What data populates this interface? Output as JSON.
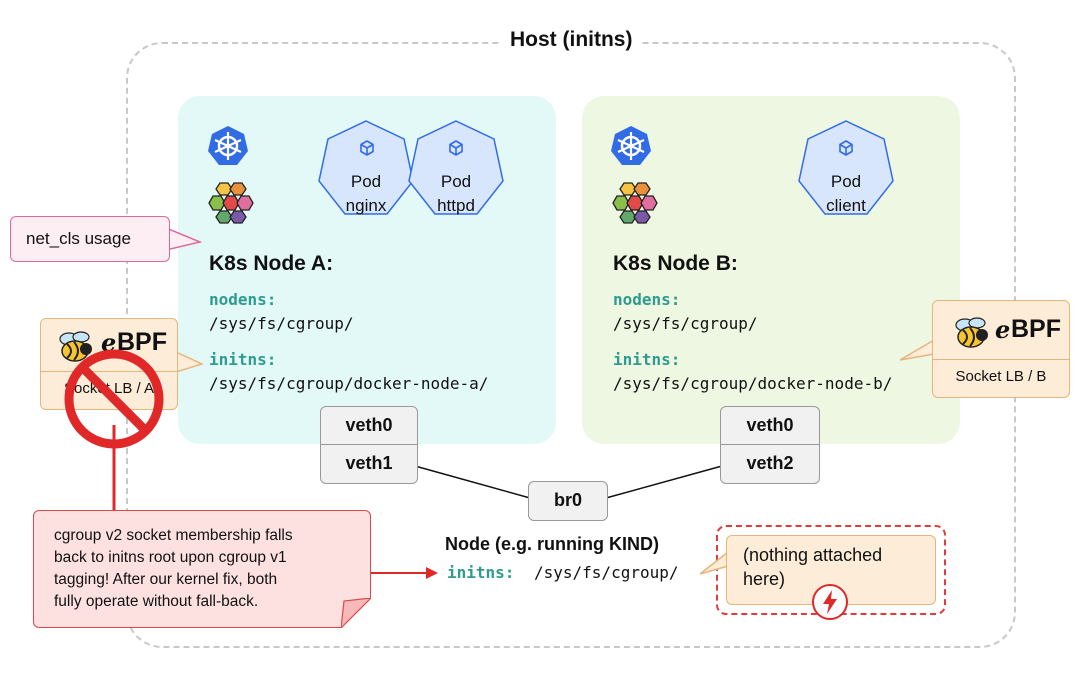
{
  "host": {
    "title": "Host (initns)"
  },
  "node_a": {
    "title": "K8s Node A:",
    "nodens_label": "nodens:",
    "nodens_path": "/sys/fs/cgroup/",
    "initns_label": "initns:",
    "initns_path": "/sys/fs/cgroup/docker-node-a/",
    "pods": [
      {
        "line1": "Pod",
        "line2": "nginx"
      },
      {
        "line1": "Pod",
        "line2": "httpd"
      }
    ],
    "veth_top": "veth0",
    "veth_bottom": "veth1"
  },
  "node_b": {
    "title": "K8s Node B:",
    "nodens_label": "nodens:",
    "nodens_path": "/sys/fs/cgroup/",
    "initns_label": "initns:",
    "initns_path": "/sys/fs/cgroup/docker-node-b/",
    "pods": [
      {
        "line1": "Pod",
        "line2": "client"
      }
    ],
    "veth_top": "veth0",
    "veth_bottom": "veth2"
  },
  "bridge": {
    "label": "br0"
  },
  "host_node": {
    "title": "Node (e.g. running KIND)",
    "initns_label": "initns:",
    "initns_path": "/sys/fs/cgroup/"
  },
  "net_cls_callout": "net_cls usage",
  "ebpf_a": {
    "logo_text": "BPF",
    "caption": "Socket LB / A"
  },
  "ebpf_b": {
    "logo_text": "BPF",
    "caption": "Socket LB / B"
  },
  "red_note": [
    "cgroup v2 socket membership falls",
    "back to initns root upon cgroup v1",
    "tagging! After our kernel fix, both",
    "fully operate without fall-back."
  ],
  "nothing_attached": [
    "(nothing attached",
    "here)"
  ],
  "colors": {
    "k8s_blue": "#326ce5",
    "node_a_bg": "#e2f9f8",
    "node_b_bg": "#eef7e2",
    "teal_label": "#2f9b8e",
    "alert_red": "#e02828"
  }
}
